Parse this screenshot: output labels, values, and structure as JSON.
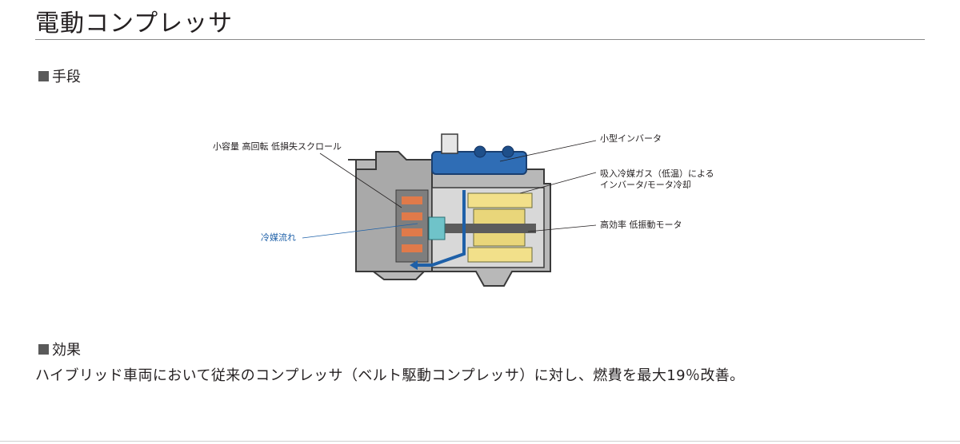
{
  "title": "電動コンプレッサ",
  "sections": {
    "means": {
      "heading": "手段"
    },
    "effect": {
      "heading": "効果",
      "text": "ハイブリッド車両において従来のコンプレッサ（ベルト駆動コンプレッサ）に対し、燃費を最大19％改善。"
    }
  },
  "diagram": {
    "labels": {
      "scroll": "小容量 高回転 低損失スクロール",
      "inverter": "小型インバータ",
      "cooling_line1": "吸入冷媒ガス（低温）による",
      "cooling_line2": "インバータ/モータ冷却",
      "motor": "高効率 低振動モータ",
      "refrigerant_flow": "冷媒流れ"
    }
  },
  "colors": {
    "text": "#231f20",
    "rule": "#8a8a8a",
    "section_square": "#5a5a5a",
    "flow_blue": "#1e60a8",
    "inverter_blue": "#2f6db5",
    "motor_yellow": "#f2e08a",
    "scroll_orange": "#e07a4a",
    "housing_gray": "#9a9a9a"
  }
}
